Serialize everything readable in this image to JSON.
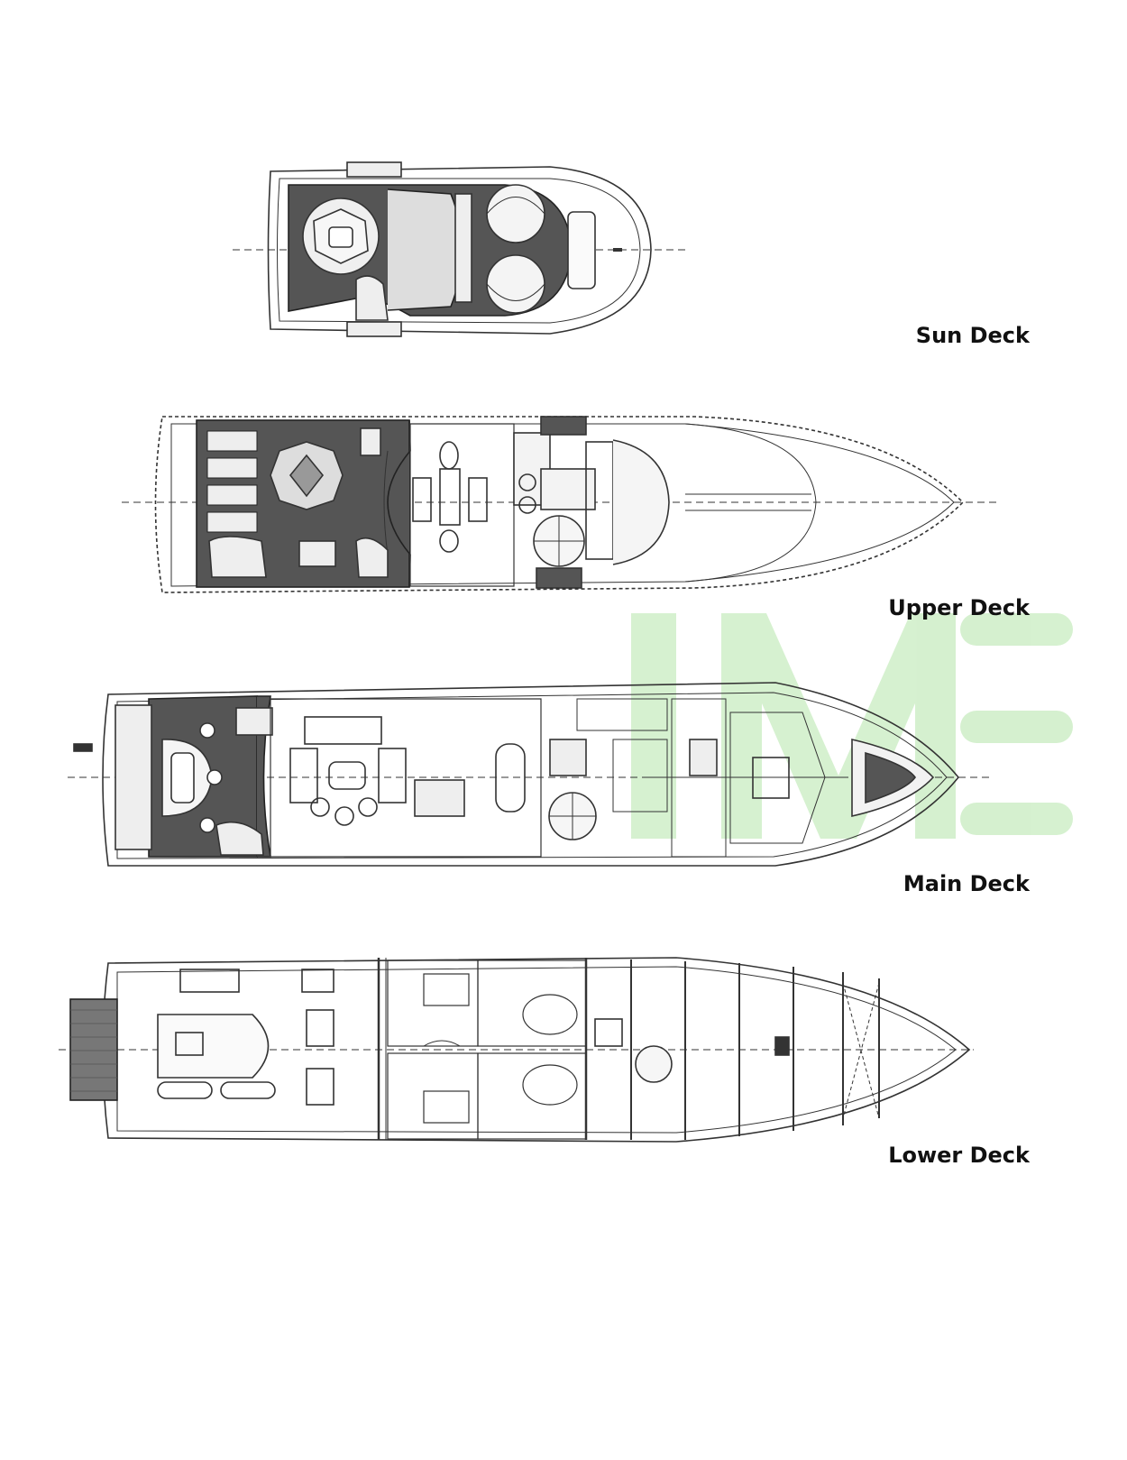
{
  "decks": {
    "sun": {
      "label": "Sun Deck"
    },
    "upper": {
      "label": "Upper Deck"
    },
    "main": {
      "label": "Main Deck"
    },
    "lower": {
      "label": "Lower Deck"
    }
  },
  "colors": {
    "line": "#333333",
    "deck_fill": "#555555",
    "watermark": "#c8ecc0",
    "background": "#ffffff"
  }
}
